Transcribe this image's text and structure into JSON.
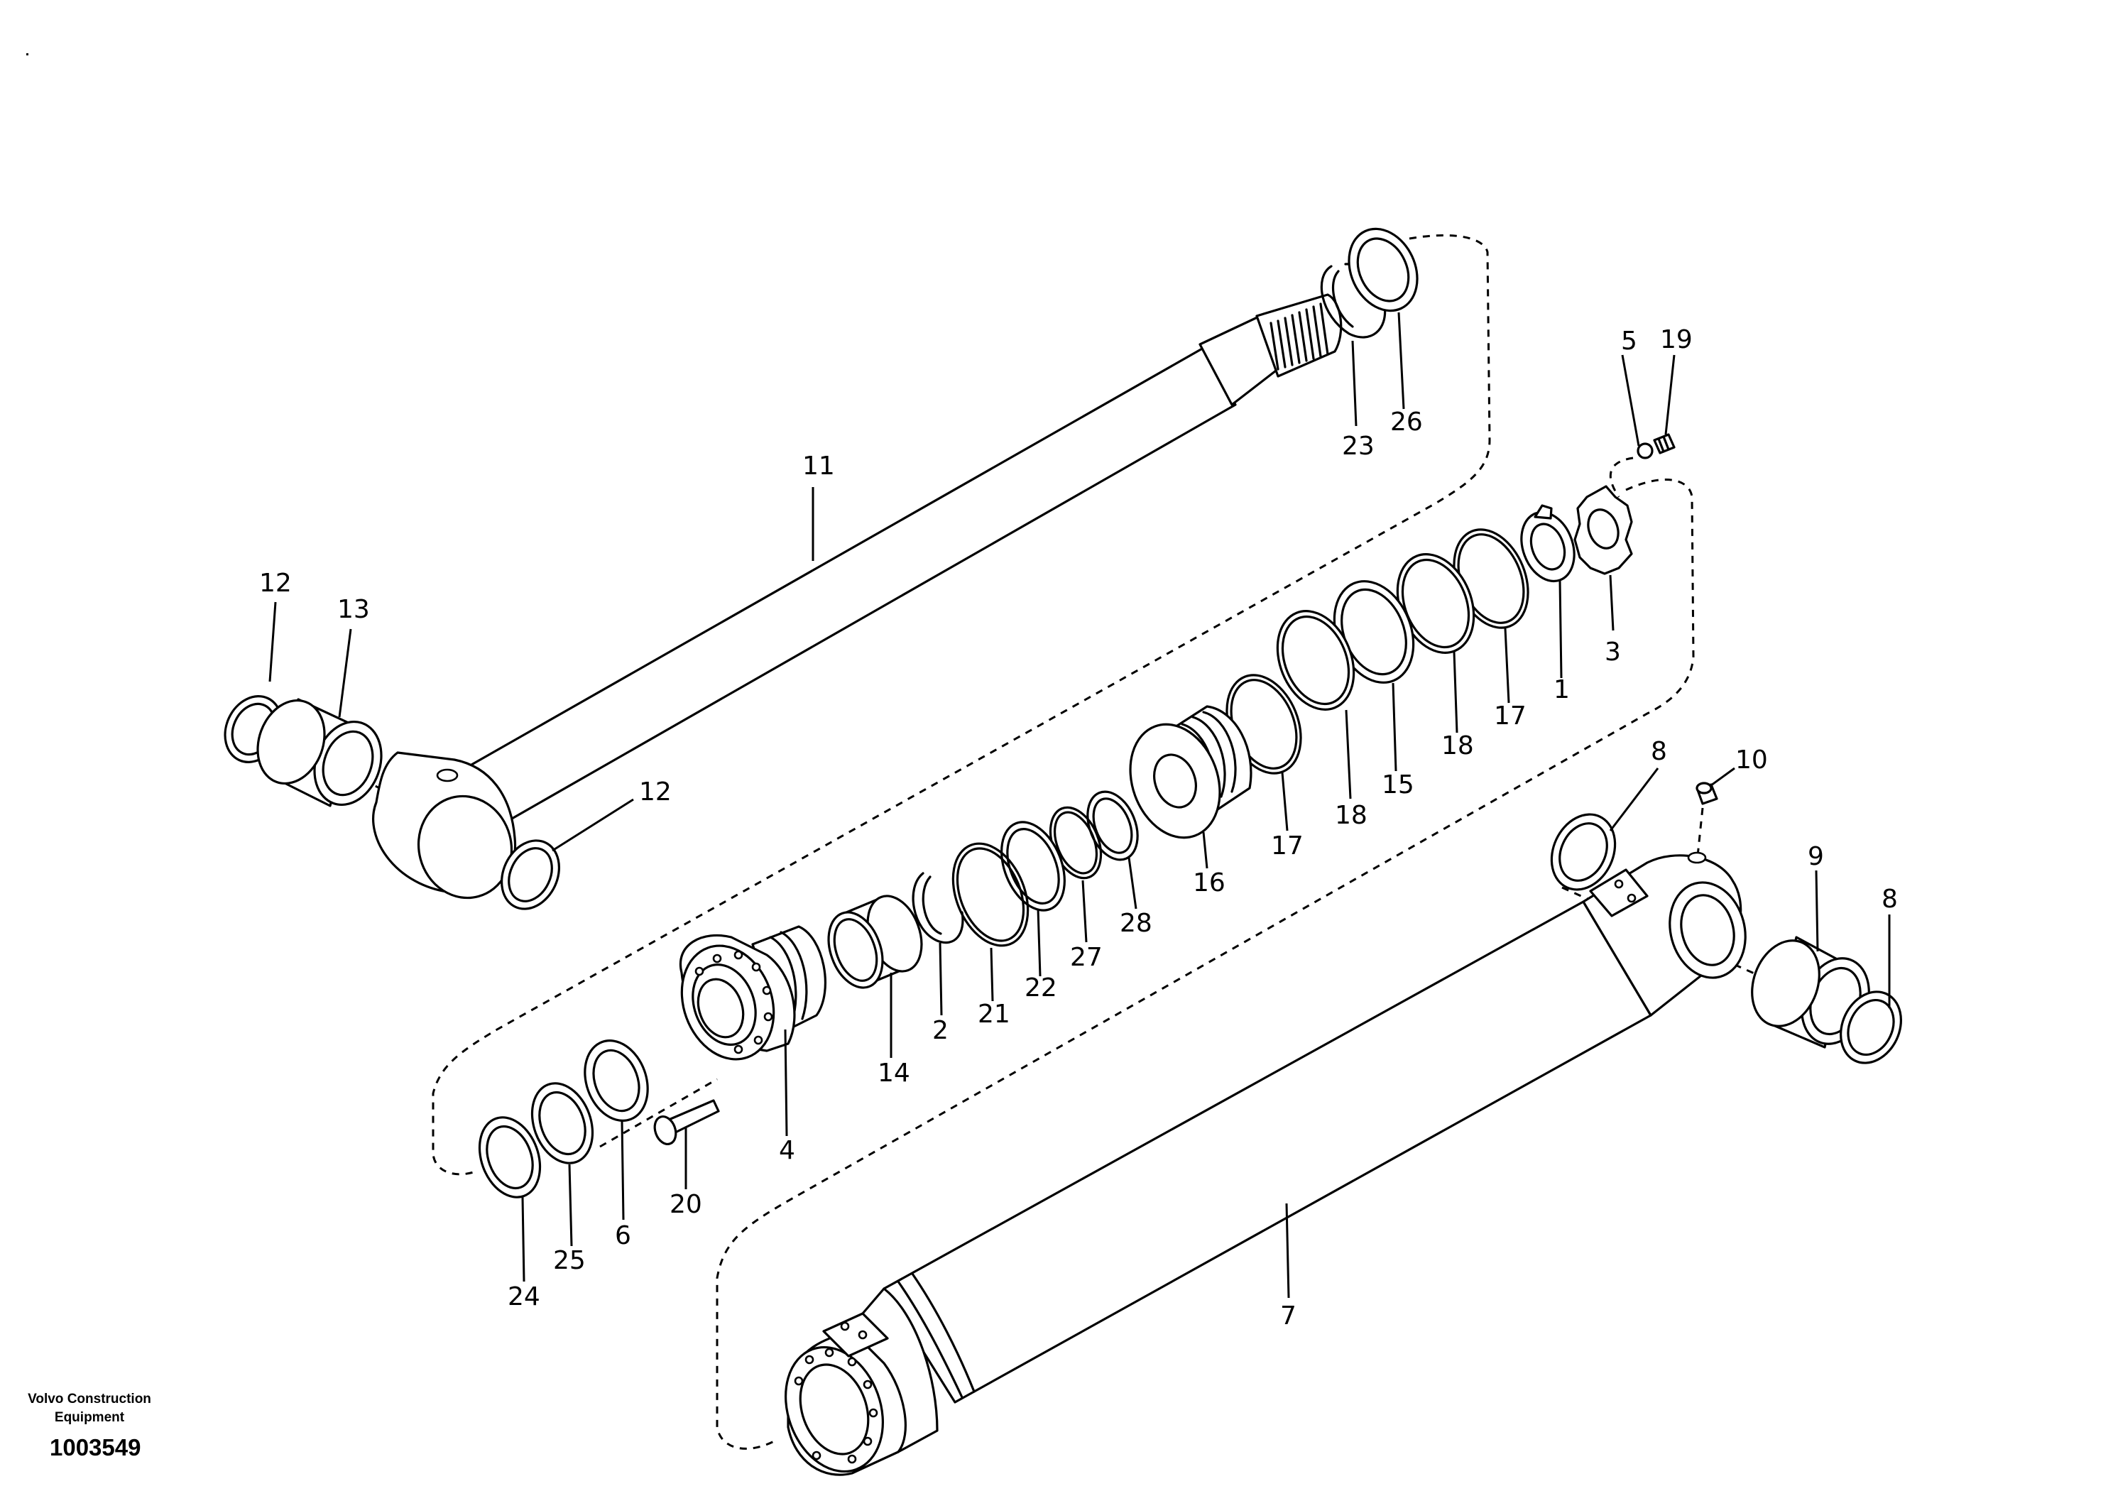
{
  "callouts": [
    "11",
    "12",
    "13",
    "12",
    "23",
    "26",
    "5",
    "19",
    "3",
    "1",
    "17",
    "18",
    "15",
    "18",
    "17",
    "16",
    "28",
    "27",
    "22",
    "21",
    "2",
    "14",
    "4",
    "20",
    "6",
    "25",
    "24",
    "8",
    "10",
    "9",
    "8",
    "7"
  ],
  "footer": {
    "publisher": "Volvo Construction Equipment",
    "illustration_id": "1003549"
  }
}
